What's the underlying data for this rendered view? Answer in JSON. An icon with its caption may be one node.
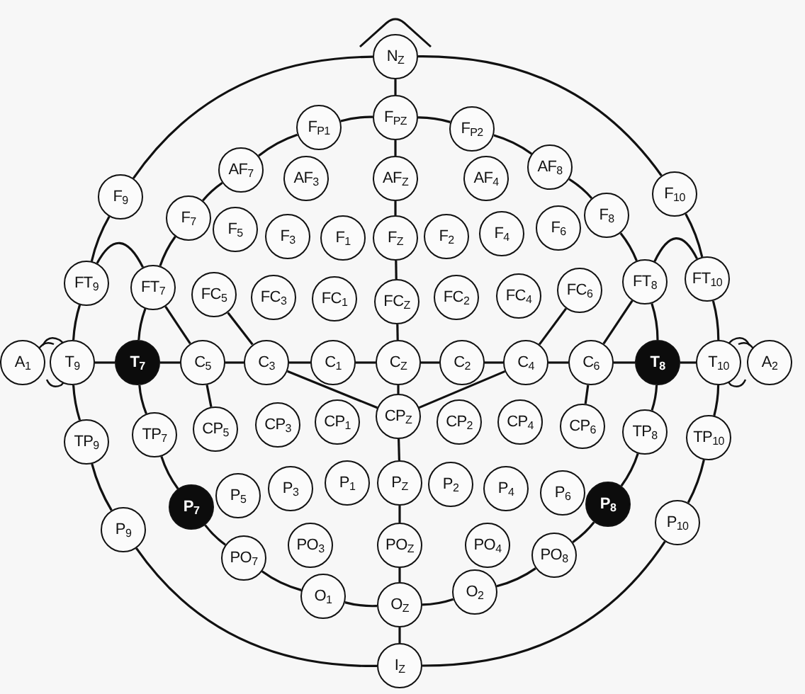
{
  "diagram": {
    "nodes": [
      {
        "text": [
          "N$_{Z}$"
        ]
      },
      {
        "text": [
          "F$_{P1}$"
        ]
      },
      {
        "text": [
          "F$_{PZ}$"
        ]
      },
      {
        "text": [
          "F$_{P2}$"
        ]
      },
      {
        "text": [
          "AF$_{7}$"
        ]
      },
      {
        "text": [
          "AF$_{3}$"
        ]
      },
      {
        "text": [
          "AF$_{Z}$"
        ]
      },
      {
        "text": [
          "AF$_{4}$"
        ]
      },
      {
        "text": [
          "AF$_{8}$"
        ]
      },
      {
        "text": [
          "F$_{9}$"
        ]
      },
      {
        "text": [
          "F$_{7}$"
        ]
      },
      {
        "text": [
          "F$_{5}$"
        ]
      },
      {
        "text": [
          "F$_{3}$"
        ]
      },
      {
        "text": [
          "F$_{1}$"
        ]
      },
      {
        "text": [
          "F$_{Z}$"
        ]
      },
      {
        "text": [
          "F$_{2}$"
        ]
      },
      {
        "text": [
          "F$_{4}$"
        ]
      },
      {
        "text": [
          "F$_{6}$"
        ]
      },
      {
        "text": [
          "F$_{8}$"
        ]
      },
      {
        "text": [
          "F$_{10}$"
        ]
      },
      {
        "text": [
          "FT$_{9}$"
        ]
      },
      {
        "text": [
          "FT$_{7}$"
        ]
      },
      {
        "text": [
          "FC$_{5}$"
        ]
      },
      {
        "text": [
          "FC$_{3}$"
        ]
      },
      {
        "text": [
          "FC$_{1}$"
        ]
      },
      {
        "text": [
          "FC$_{Z}$"
        ]
      },
      {
        "text": [
          "FC$_{2}$"
        ]
      },
      {
        "text": [
          "FC$_{4}$"
        ]
      },
      {
        "text": [
          "FC$_{6}$"
        ]
      },
      {
        "text": [
          "FT$_{8}$"
        ]
      },
      {
        "text": [
          "FT$_{10}$"
        ]
      },
      {
        "text": [
          "A$_{1}$"
        ]
      },
      {
        "text": [
          "T$_{9}$"
        ]
      },
      {
        "text": [
          "T$_{7}$"
        ]
      },
      {
        "text": [
          "C$_{5}$"
        ]
      },
      {
        "text": [
          "C$_{3}$"
        ]
      },
      {
        "text": [
          "C$_{1}$"
        ]
      },
      {
        "text": [
          "C$_{Z}$"
        ]
      },
      {
        "text": [
          "C$_{2}$"
        ]
      },
      {
        "text": [
          "C$_{4}$"
        ]
      },
      {
        "text": [
          "C$_{6}$"
        ]
      },
      {
        "text": [
          "T$_{8}$"
        ]
      },
      {
        "text": [
          "T$_{10}$"
        ]
      },
      {
        "text": [
          "A$_{2}$"
        ]
      },
      {
        "text": [
          "TP$_{9}$"
        ]
      },
      {
        "text": [
          "TP$_{7}$"
        ]
      },
      {
        "text": [
          "CP$_{5}$"
        ]
      },
      {
        "text": [
          "CP$_{3}$"
        ]
      },
      {
        "text": [
          "CP$_{1}$"
        ]
      },
      {
        "text": [
          "CP$_{Z}$"
        ]
      },
      {
        "text": [
          "CP$_{2}$"
        ]
      },
      {
        "text": [
          "CP$_{4}$"
        ]
      },
      {
        "text": [
          "CP$_{6}$"
        ]
      },
      {
        "text": [
          "TP$_{8}$"
        ]
      },
      {
        "text": [
          "TP$_{10}$"
        ]
      },
      {
        "text": [
          "P$_{9}$"
        ]
      },
      {
        "text": [
          "P$_{7}$"
        ]
      },
      {
        "text": [
          "P$_{5}$"
        ]
      },
      {
        "text": [
          "P$_{3}$"
        ]
      },
      {
        "text": [
          "P$_{1}$"
        ]
      },
      {
        "text": [
          "P$_{Z}$"
        ]
      },
      {
        "text": [
          "P$_{2}$"
        ]
      },
      {
        "text": [
          "P$_{4}$"
        ]
      },
      {
        "text": [
          "P$_{6}$"
        ]
      },
      {
        "text": [
          "P$_{8}$"
        ]
      },
      {
        "text": [
          "P$_{10}$"
        ]
      },
      {
        "text": [
          "PO$_{7}$"
        ]
      },
      {
        "text": [
          "PO$_{3}$"
        ]
      },
      {
        "text": [
          "PO$_{Z}$"
        ]
      },
      {
        "text": [
          "PO$_{4}$"
        ]
      },
      {
        "text": [
          "PO$_{8}$"
        ]
      },
      {
        "text": [
          "O$_{1}$"
        ]
      },
      {
        "text": [
          "O$_{Z}$"
        ]
      },
      {
        "text": [
          "O$_{2}$"
        ]
      },
      {
        "text": [
          "I$_{Z}$"
        ]
      }
    ],
    "edges": [
      {
        "from": 0,
        "to": 2,
        "arrow": "none"
      },
      {
        "from": 2,
        "to": 6,
        "arrow": "none"
      },
      {
        "from": 6,
        "to": 14,
        "arrow": "none"
      },
      {
        "from": 14,
        "to": 25,
        "arrow": "none"
      },
      {
        "from": 25,
        "to": 37,
        "arrow": "none"
      },
      {
        "from": 37,
        "to": 49,
        "arrow": "none"
      },
      {
        "from": 49,
        "to": 60,
        "arrow": "none"
      },
      {
        "from": 60,
        "to": 68,
        "arrow": "none"
      },
      {
        "from": 68,
        "to": 72,
        "arrow": "none"
      },
      {
        "from": 72,
        "to": 74,
        "arrow": "none"
      },
      {
        "from": 32,
        "to": 33,
        "arrow": "none"
      },
      {
        "from": 33,
        "to": 34,
        "arrow": "none"
      },
      {
        "from": 34,
        "to": 35,
        "arrow": "none"
      },
      {
        "from": 35,
        "to": 36,
        "arrow": "none"
      },
      {
        "from": 36,
        "to": 37,
        "arrow": "none"
      },
      {
        "from": 37,
        "to": 38,
        "arrow": "none"
      },
      {
        "from": 38,
        "to": 39,
        "arrow": "none"
      },
      {
        "from": 39,
        "to": 40,
        "arrow": "none"
      },
      {
        "from": 40,
        "to": 41,
        "arrow": "none"
      },
      {
        "from": 41,
        "to": 42,
        "arrow": "none"
      },
      {
        "from": 2,
        "to": 1,
        "arrow": "none"
      },
      {
        "from": 1,
        "to": 4,
        "arrow": "none"
      },
      {
        "from": 4,
        "to": 10,
        "arrow": "none"
      },
      {
        "from": 10,
        "to": 21,
        "arrow": "none"
      },
      {
        "from": 21,
        "to": 33,
        "arrow": "none"
      },
      {
        "from": 33,
        "to": 45,
        "arrow": "none"
      },
      {
        "from": 45,
        "to": 56,
        "arrow": "none"
      },
      {
        "from": 56,
        "to": 66,
        "arrow": "none"
      },
      {
        "from": 66,
        "to": 71,
        "arrow": "none"
      },
      {
        "from": 71,
        "to": 72,
        "arrow": "none"
      },
      {
        "from": 72,
        "to": 73,
        "arrow": "none"
      },
      {
        "from": 73,
        "to": 70,
        "arrow": "none"
      },
      {
        "from": 70,
        "to": 64,
        "arrow": "none"
      },
      {
        "from": 64,
        "to": 53,
        "arrow": "none"
      },
      {
        "from": 53,
        "to": 41,
        "arrow": "none"
      },
      {
        "from": 41,
        "to": 29,
        "arrow": "none"
      },
      {
        "from": 29,
        "to": 18,
        "arrow": "none"
      },
      {
        "from": 18,
        "to": 8,
        "arrow": "none"
      },
      {
        "from": 8,
        "to": 3,
        "arrow": "none"
      },
      {
        "from": 3,
        "to": 2,
        "arrow": "none"
      },
      {
        "from": 0,
        "to": 9,
        "arrow": "none"
      },
      {
        "from": 9,
        "to": 20,
        "arrow": "none"
      },
      {
        "from": 20,
        "to": 32,
        "arrow": "none"
      },
      {
        "from": 32,
        "to": 44,
        "arrow": "none"
      },
      {
        "from": 44,
        "to": 55,
        "arrow": "none"
      },
      {
        "from": 55,
        "to": 74,
        "arrow": "none"
      },
      {
        "from": 74,
        "to": 65,
        "arrow": "none"
      },
      {
        "from": 65,
        "to": 54,
        "arrow": "none"
      },
      {
        "from": 54,
        "to": 42,
        "arrow": "none"
      },
      {
        "from": 42,
        "to": 30,
        "arrow": "none"
      },
      {
        "from": 30,
        "to": 19,
        "arrow": "none"
      },
      {
        "from": 19,
        "to": 0,
        "arrow": "none"
      },
      {
        "from": 35,
        "to": 49,
        "arrow": "none"
      },
      {
        "from": 39,
        "to": 49,
        "arrow": "none"
      },
      {
        "from": 21,
        "to": 34,
        "arrow": "none"
      },
      {
        "from": 34,
        "to": 46,
        "arrow": "none"
      },
      {
        "from": 22,
        "to": 35,
        "arrow": "none"
      },
      {
        "from": 28,
        "to": 39,
        "arrow": "none"
      },
      {
        "from": 40,
        "to": 52,
        "arrow": "none"
      },
      {
        "from": 29,
        "to": 40,
        "arrow": "none"
      },
      {
        "from": 20,
        "to": 21,
        "arrow": "none"
      },
      {
        "from": 29,
        "to": 30,
        "arrow": "none"
      }
    ]
  }
}
